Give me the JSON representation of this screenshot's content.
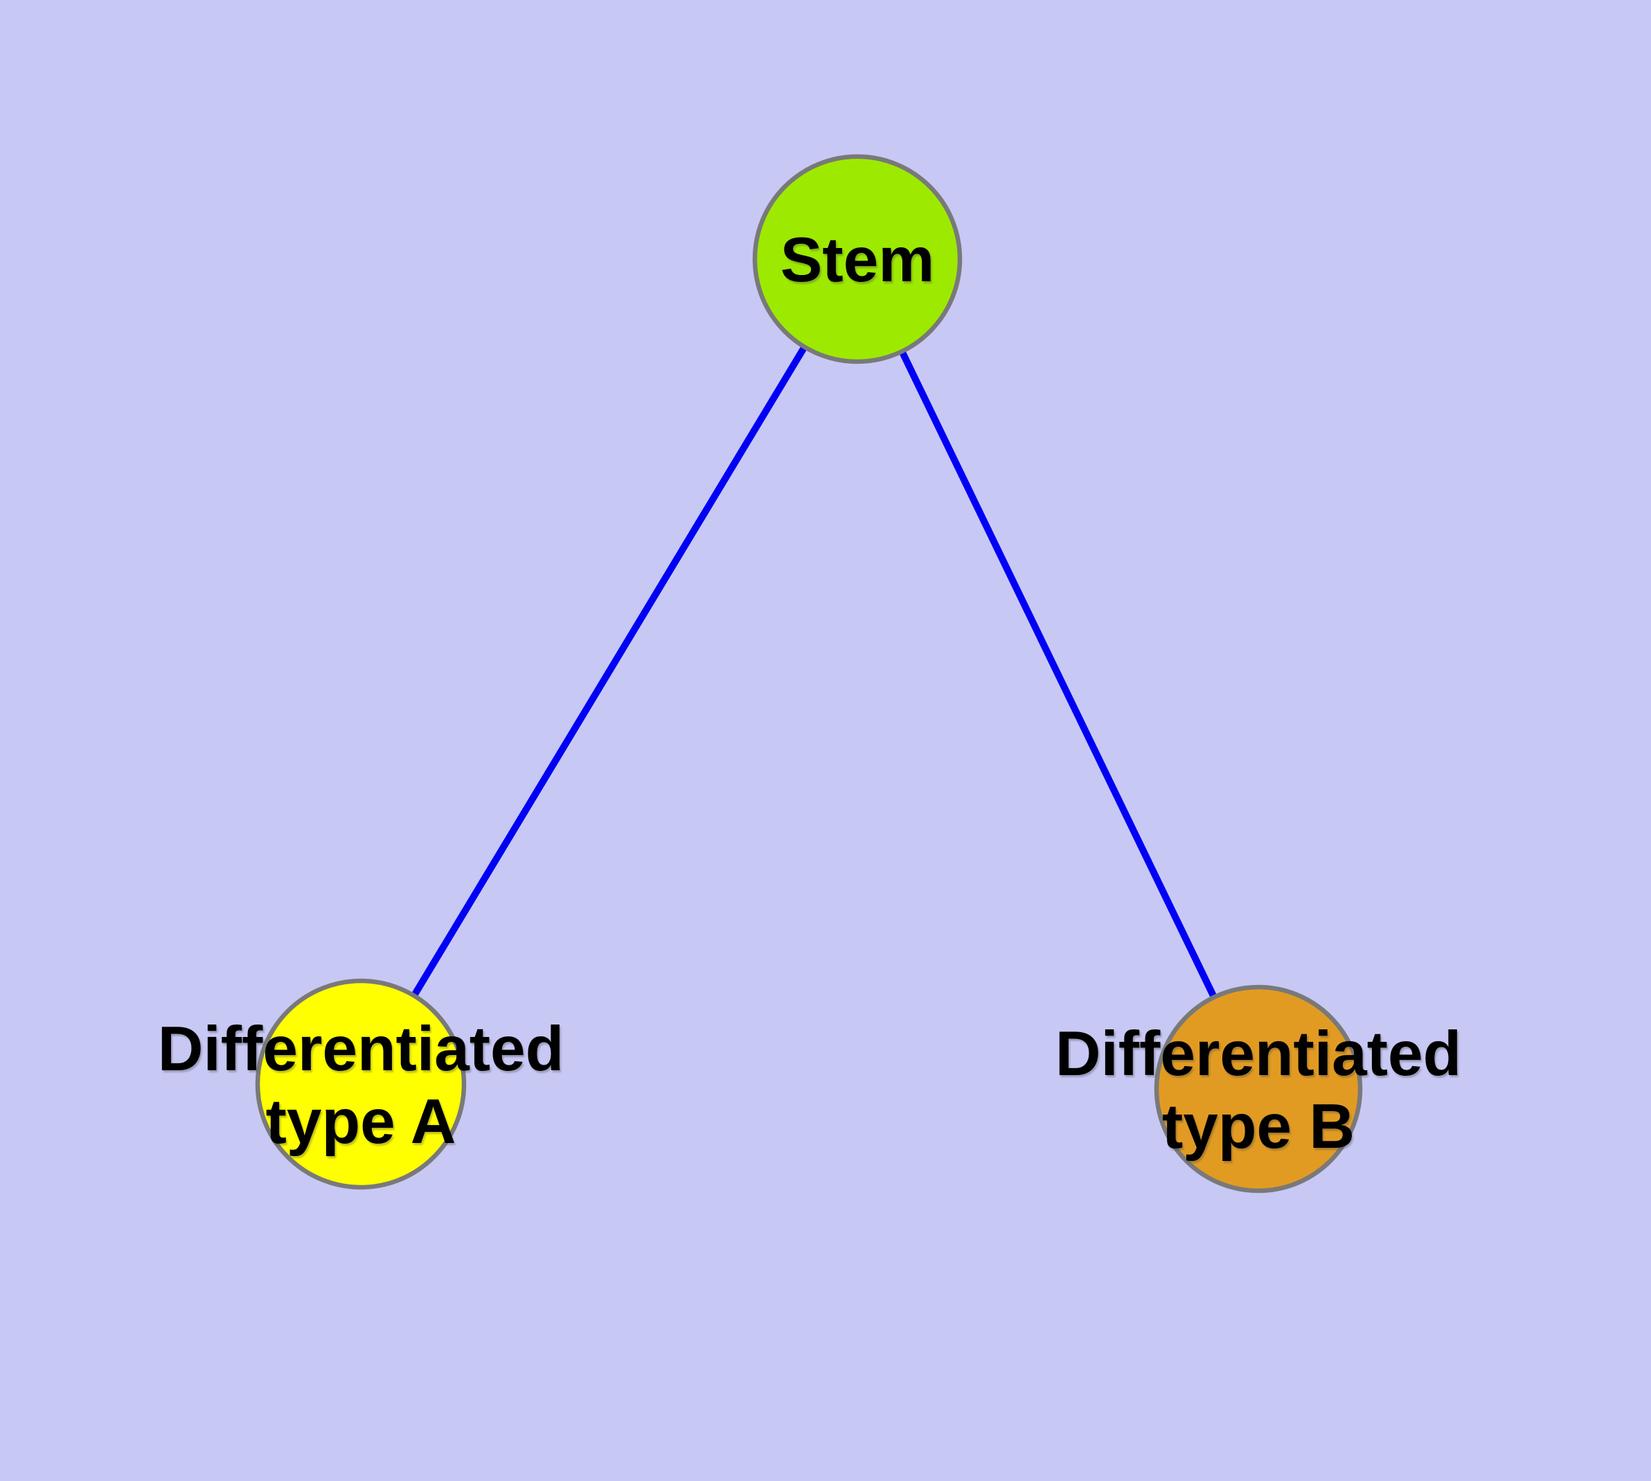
{
  "diagram": {
    "background_color": "#C8C8F5",
    "top_border_color": "#45434D",
    "top_highlight_color": "#FFFFFF",
    "node_border_color": "#797979",
    "edge_color": "#0000F5",
    "label_color": "#000000",
    "nodes": {
      "stem": {
        "label": "Stem",
        "fill": "#9DEA00"
      },
      "type_a": {
        "label_line1": "Differentiated",
        "label_line2": "type A",
        "fill": "#FFFF00"
      },
      "type_b": {
        "label_line1": "Differentiated",
        "label_line2": "type B",
        "fill": "#E29B22"
      }
    },
    "edges": [
      {
        "from": "Stem",
        "to": "Differentiated type A"
      },
      {
        "from": "Stem",
        "to": "Differentiated type B"
      }
    ]
  }
}
